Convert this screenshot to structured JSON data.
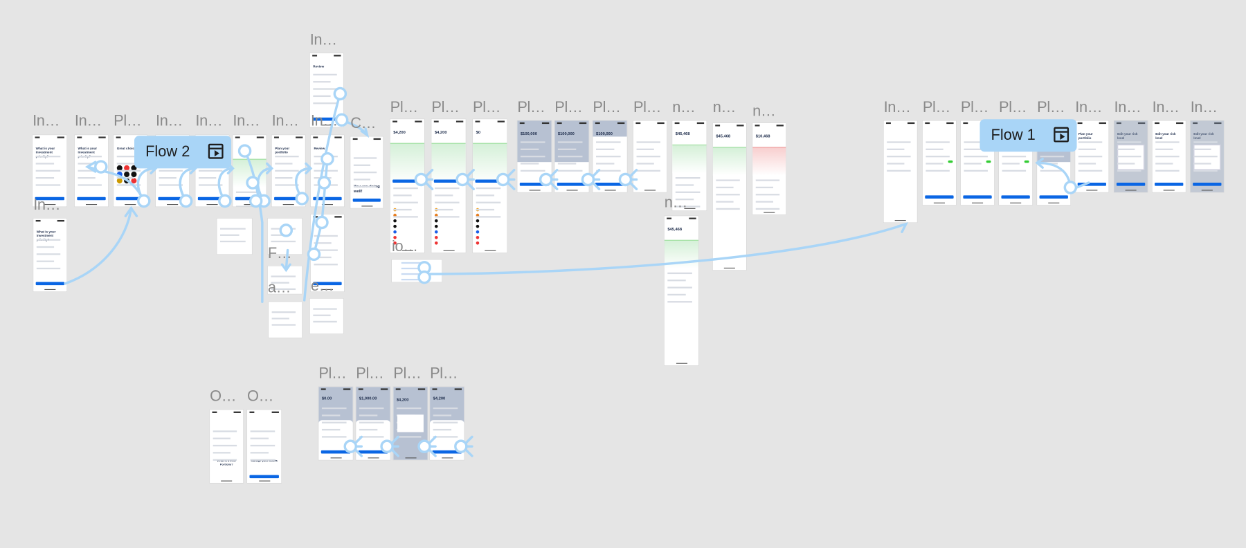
{
  "canvas": {
    "background": "#e5e5e5",
    "wire_color": "#a9d5f7",
    "accent": "#0a66e4"
  },
  "flows": [
    {
      "label": "Flow 2"
    },
    {
      "label": "Flow 1"
    }
  ],
  "frames": [
    {
      "label": "In…",
      "title": "What is your investment priority?"
    },
    {
      "label": "In…",
      "title": "What is your investment priority?"
    },
    {
      "label": "Pl…",
      "title": "Great choice"
    },
    {
      "label": "In…",
      "title": ""
    },
    {
      "label": "In…",
      "title": ""
    },
    {
      "label": "In…",
      "title": ""
    },
    {
      "label": "In…",
      "title": "Plan your portfolio"
    },
    {
      "label": "In…",
      "title": "Review"
    },
    {
      "label": "C…",
      "title": "You are doing well!"
    },
    {
      "label": "In…",
      "title": "Review"
    },
    {
      "label": "In…",
      "title": "What is your investment priority?"
    },
    {
      "label": "",
      "title": ""
    },
    {
      "label": "",
      "title": ""
    },
    {
      "label": "F…",
      "title": ""
    },
    {
      "label": "a…",
      "title": ""
    },
    {
      "label": "e…",
      "title": ""
    },
    {
      "label": "",
      "title": ""
    },
    {
      "label": "Pl…",
      "title": "$4,200"
    },
    {
      "label": "Pl…",
      "title": "$4,200"
    },
    {
      "label": "Pl…",
      "title": "$0"
    },
    {
      "label": "Pl…",
      "title": "$100,000"
    },
    {
      "label": "Pl…",
      "title": "$100,000"
    },
    {
      "label": "Pl…",
      "title": "$100,000"
    },
    {
      "label": "Pl…",
      "title": ""
    },
    {
      "label": "n…",
      "title": "$45,468"
    },
    {
      "label": "n…",
      "title": "$45,468"
    },
    {
      "label": "n…",
      "title": "$10,468"
    },
    {
      "label": "n…",
      "title": "$45,468"
    },
    {
      "label": "io…",
      "title": ""
    },
    {
      "label": "In…",
      "title": ""
    },
    {
      "label": "Pl…",
      "title": ""
    },
    {
      "label": "Pl…",
      "title": ""
    },
    {
      "label": "Pl…",
      "title": ""
    },
    {
      "label": "Pl…",
      "title": ""
    },
    {
      "label": "In…",
      "title": "Plan your portfolio"
    },
    {
      "label": "In…",
      "title": "Edit your risk level"
    },
    {
      "label": "In…",
      "title": "Edit your risk level"
    },
    {
      "label": "In…",
      "title": "Edit your risk level"
    },
    {
      "label": "O…",
      "title": "What is a ESG Portfolio?"
    },
    {
      "label": "O…",
      "title": "Manage your assets"
    },
    {
      "label": "Pl…",
      "title": "$0.00"
    },
    {
      "label": "Pl…",
      "title": "$1,000.00"
    },
    {
      "label": "Pl…",
      "title": "$4,200"
    },
    {
      "label": "Pl…",
      "title": "$4,200"
    }
  ]
}
